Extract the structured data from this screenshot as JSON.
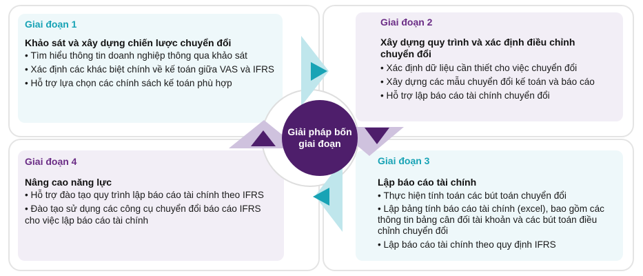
{
  "center": {
    "label": "Giải pháp bốn giai đoạn"
  },
  "stages": [
    {
      "stage_label": "Giai đoạn 1",
      "heading": "Khảo sát và xây dựng chiến lược chuyển đổi",
      "items": [
        "Tìm hiểu thông tin doanh nghiệp thông qua khảo sát",
        "Xác định các khác biệt chính về kế toán giữa VAS và IFRS",
        "Hỗ trợ lựa chọn các chính sách kế toán phù hợp"
      ]
    },
    {
      "stage_label": "Giai đoạn 2",
      "heading": "Xây dựng quy trình và xác định điều chỉnh chuyển đổi",
      "items": [
        "Xác định dữ liệu cần thiết cho việc chuyển đổi",
        "Xây dựng các mẫu chuyển đổi kế toán và báo cáo",
        "Hỗ trợ lập báo cáo tài chính chuyển đổi"
      ]
    },
    {
      "stage_label": "Giai đoạn 3",
      "heading": "Lập báo cáo tài chính",
      "items": [
        "Thực hiện tính toán các bút toán chuyển đổi",
        "Lập bảng tính báo cáo tài chính (excel), bao gồm các thông tin bảng cân đối tài khoản và các bút toán điều chỉnh chuyển đổi",
        "Lập báo cáo tài chính theo quy định IFRS"
      ]
    },
    {
      "stage_label": "Giai đoạn 4",
      "heading": "Nâng cao năng lực",
      "items": [
        "Hỗ trợ đào tạo quy trình lập báo cáo tài chính theo IFRS",
        "Đào tạo sử dụng các công cụ chuyển đổi báo cáo IFRS cho việc lập báo cáo tài chính"
      ]
    }
  ],
  "colors": {
    "teal": "#18a3b5",
    "teal_light": "#bfe6ec",
    "purple": "#4e1e6b",
    "lilac": "#cfc2de"
  }
}
